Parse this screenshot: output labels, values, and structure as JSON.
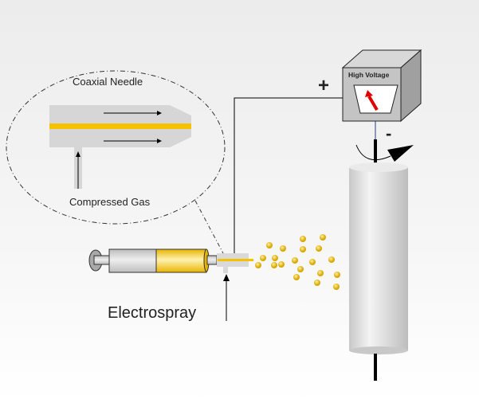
{
  "labels": {
    "coaxial_needle": "Coaxial Needle",
    "compressed_gas": "Compressed Gas",
    "electrospray": "Electrospray",
    "high_voltage": "High Voltage",
    "plus": "+",
    "minus": "-"
  },
  "colors": {
    "liquid": "#f5c200",
    "droplet": "#e2b212",
    "needle": "#d9d9d9",
    "collector": "#e0e0e0",
    "needle_arrow": "#e00000"
  }
}
